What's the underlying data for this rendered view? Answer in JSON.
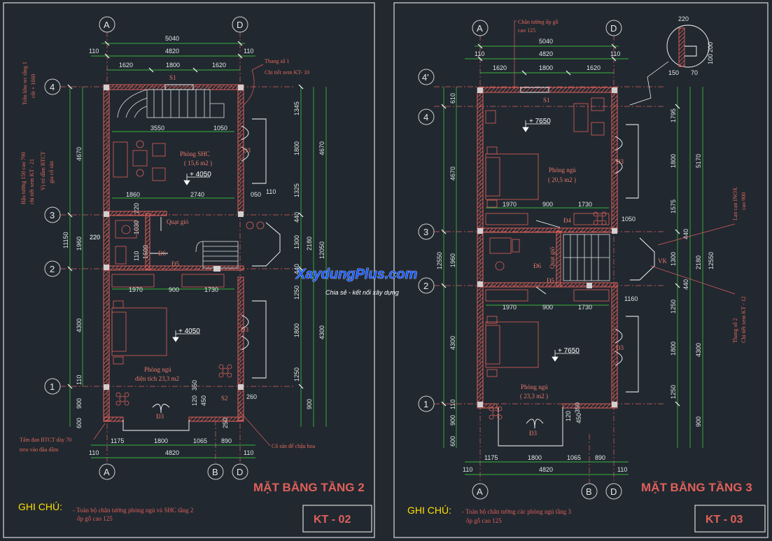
{
  "brand": {
    "logo_text": "XaydungPlus.com",
    "tagline": "Chia sẻ - kết nối xây dựng"
  },
  "colors": {
    "background": "#212830",
    "wall": "#e0605a",
    "dimension": "#3ee03e",
    "text": "#ffffff",
    "note": "#ffe000"
  },
  "sheet2": {
    "title": "MẶT BẰNG TẦNG 2",
    "sheet_no": "KT - 02",
    "note_label": "GHI CHÚ:",
    "note_line1": "- Toàn bộ chân tường phòng ngủ và SHC tầng 2",
    "note_line2": "ốp gỗ cao 125",
    "axes_top": [
      "A",
      "D"
    ],
    "axes_bottom": [
      "A",
      "B",
      "D"
    ],
    "axes_left": [
      "4",
      "3",
      "2",
      "1"
    ],
    "dims_top": [
      "5040",
      "110",
      "4820",
      "110",
      "1620",
      "1800",
      "1620"
    ],
    "dims_bottom": [
      "1175",
      "1800",
      "1065",
      "890",
      "110",
      "4820",
      "110"
    ],
    "dims_left": [
      "4670",
      "11150",
      "1960",
      "220",
      "4300",
      "110",
      "900",
      "600"
    ],
    "dims_right": [
      "1345",
      "1800",
      "4670",
      "1325",
      "440",
      "2180",
      "12050",
      "1300",
      "440",
      "1250",
      "1800",
      "4300",
      "1250",
      "900"
    ],
    "dims_inner": [
      "3550",
      "1050",
      "1860",
      "2740",
      "050",
      "110",
      "1970",
      "900",
      "1730",
      "220",
      "1030",
      "1600",
      "120",
      "350",
      "450",
      "260",
      "250",
      "110",
      "220"
    ],
    "rooms": [
      {
        "name": "Phòng SHC",
        "detail": "( 15,6 m2 )"
      },
      {
        "name": "Phòng ngủ",
        "detail": "diện tích 23,3 m2"
      }
    ],
    "levels": [
      "+ 4050",
      "+ 4050"
    ],
    "labels": {
      "stair_call": "Thang số 1",
      "stair_detail": "Chi tiết xem KT- 10",
      "s1": "S1",
      "s2": "S2",
      "d3": "Đ3",
      "d5": "Đ5",
      "d6": "Đ6",
      "quat": "Quạt gió",
      "floor_note": "Tấm đan BTCT dày 70",
      "floor_note2": "treo vào đầu dầm",
      "flower_note": "Cô sàn để chậu hoa",
      "left_v1": "Trần khu wc tầng 1",
      "left_v2": "cốt + 1660",
      "left_v3": "Bậu tường 150 cao 790",
      "left_v4": "chi tiết xem KT - 21",
      "left_v5": "Vị trí dầm BTCT",
      "left_v6": "gia cố sàn"
    }
  },
  "sheet3": {
    "title": "MẶT BẰNG TẦNG 3",
    "sheet_no": "KT - 03",
    "note_label": "GHI CHÚ:",
    "note_line1": "- Toàn bộ chân tường các phòng ngủ tầng 3",
    "note_line2": "ốp gỗ cao 125",
    "axes_top": [
      "A",
      "D"
    ],
    "axes_bottom": [
      "A",
      "B",
      "D"
    ],
    "axes_left": [
      "4'",
      "4",
      "3",
      "2",
      "1"
    ],
    "dims_top": [
      "5040",
      "110",
      "4820",
      "110",
      "1620",
      "1800",
      "1620"
    ],
    "dims_bottom": [
      "1175",
      "1800",
      "1065",
      "890",
      "110",
      "4820",
      "110"
    ],
    "dims_left": [
      "610",
      "4670",
      "12550",
      "1960",
      "4300",
      "110",
      "900",
      "600"
    ],
    "dims_right": [
      "1795",
      "1800",
      "5170",
      "1575",
      "440",
      "1300",
      "2180",
      "12550",
      "440",
      "1250",
      "1800",
      "4300",
      "1250",
      "900"
    ],
    "dims_inner": [
      "1970",
      "900",
      "1730",
      "1050",
      "1160",
      "1970",
      "900",
      "1730",
      "120",
      "350",
      "450",
      "220",
      "70",
      "150",
      "200",
      "100"
    ],
    "rooms": [
      {
        "name": "Phòng ngủ",
        "detail": "( 20,5 m2 )"
      },
      {
        "name": "Phòng ngủ",
        "detail": "( 23,3 m2 )"
      }
    ],
    "levels": [
      "+ 7650",
      "+ 7650"
    ],
    "labels": {
      "wall_call": "Chân tường ốp gỗ",
      "wall_call2": "cao 125",
      "s1": "S1",
      "d3": "Đ3",
      "d4": "Đ4",
      "d5": "Đ5",
      "d6": "Đ6",
      "vk": "VK",
      "quat": "Quạt gió",
      "rail": "Lan can INOX",
      "rail2": "cao 900",
      "stair_call": "Thang số 2",
      "stair_detail": "Chi tiết xem KT - 12"
    }
  }
}
